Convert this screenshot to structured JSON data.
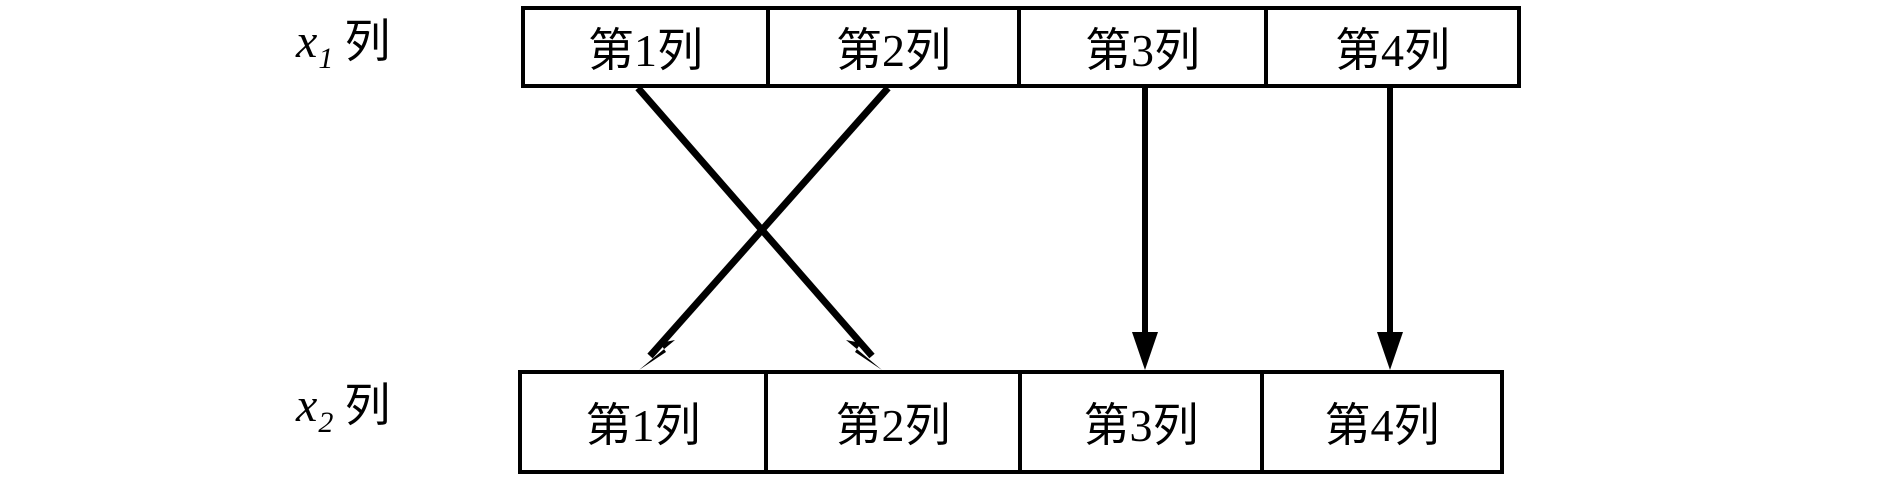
{
  "diagram": {
    "title": "",
    "colors": {
      "stroke": "#000000",
      "background": "#ffffff",
      "text": "#000000"
    },
    "rows": [
      {
        "id": "row-top",
        "label": {
          "variable": "x",
          "subscript": "1",
          "word": "列"
        },
        "cells": [
          {
            "label": "第1列"
          },
          {
            "label": "第2列"
          },
          {
            "label": "第3列"
          },
          {
            "label": "第4列"
          }
        ]
      },
      {
        "id": "row-bottom",
        "label": {
          "variable": "x",
          "subscript": "2",
          "word": "列"
        },
        "cells": [
          {
            "label": "第1列"
          },
          {
            "label": "第2列"
          },
          {
            "label": "第3列"
          },
          {
            "label": "第4列"
          }
        ]
      }
    ],
    "arrows": [
      {
        "name": "arrow-col1-to-col2",
        "from_column": 1,
        "to_column": 2,
        "kind": "diagonal"
      },
      {
        "name": "arrow-col2-to-col1",
        "from_column": 2,
        "to_column": 1,
        "kind": "diagonal"
      },
      {
        "name": "arrow-col3-to-col3",
        "from_column": 3,
        "to_column": 3,
        "kind": "vertical"
      },
      {
        "name": "arrow-col4-to-col4",
        "from_column": 4,
        "to_column": 4,
        "kind": "vertical"
      }
    ]
  }
}
